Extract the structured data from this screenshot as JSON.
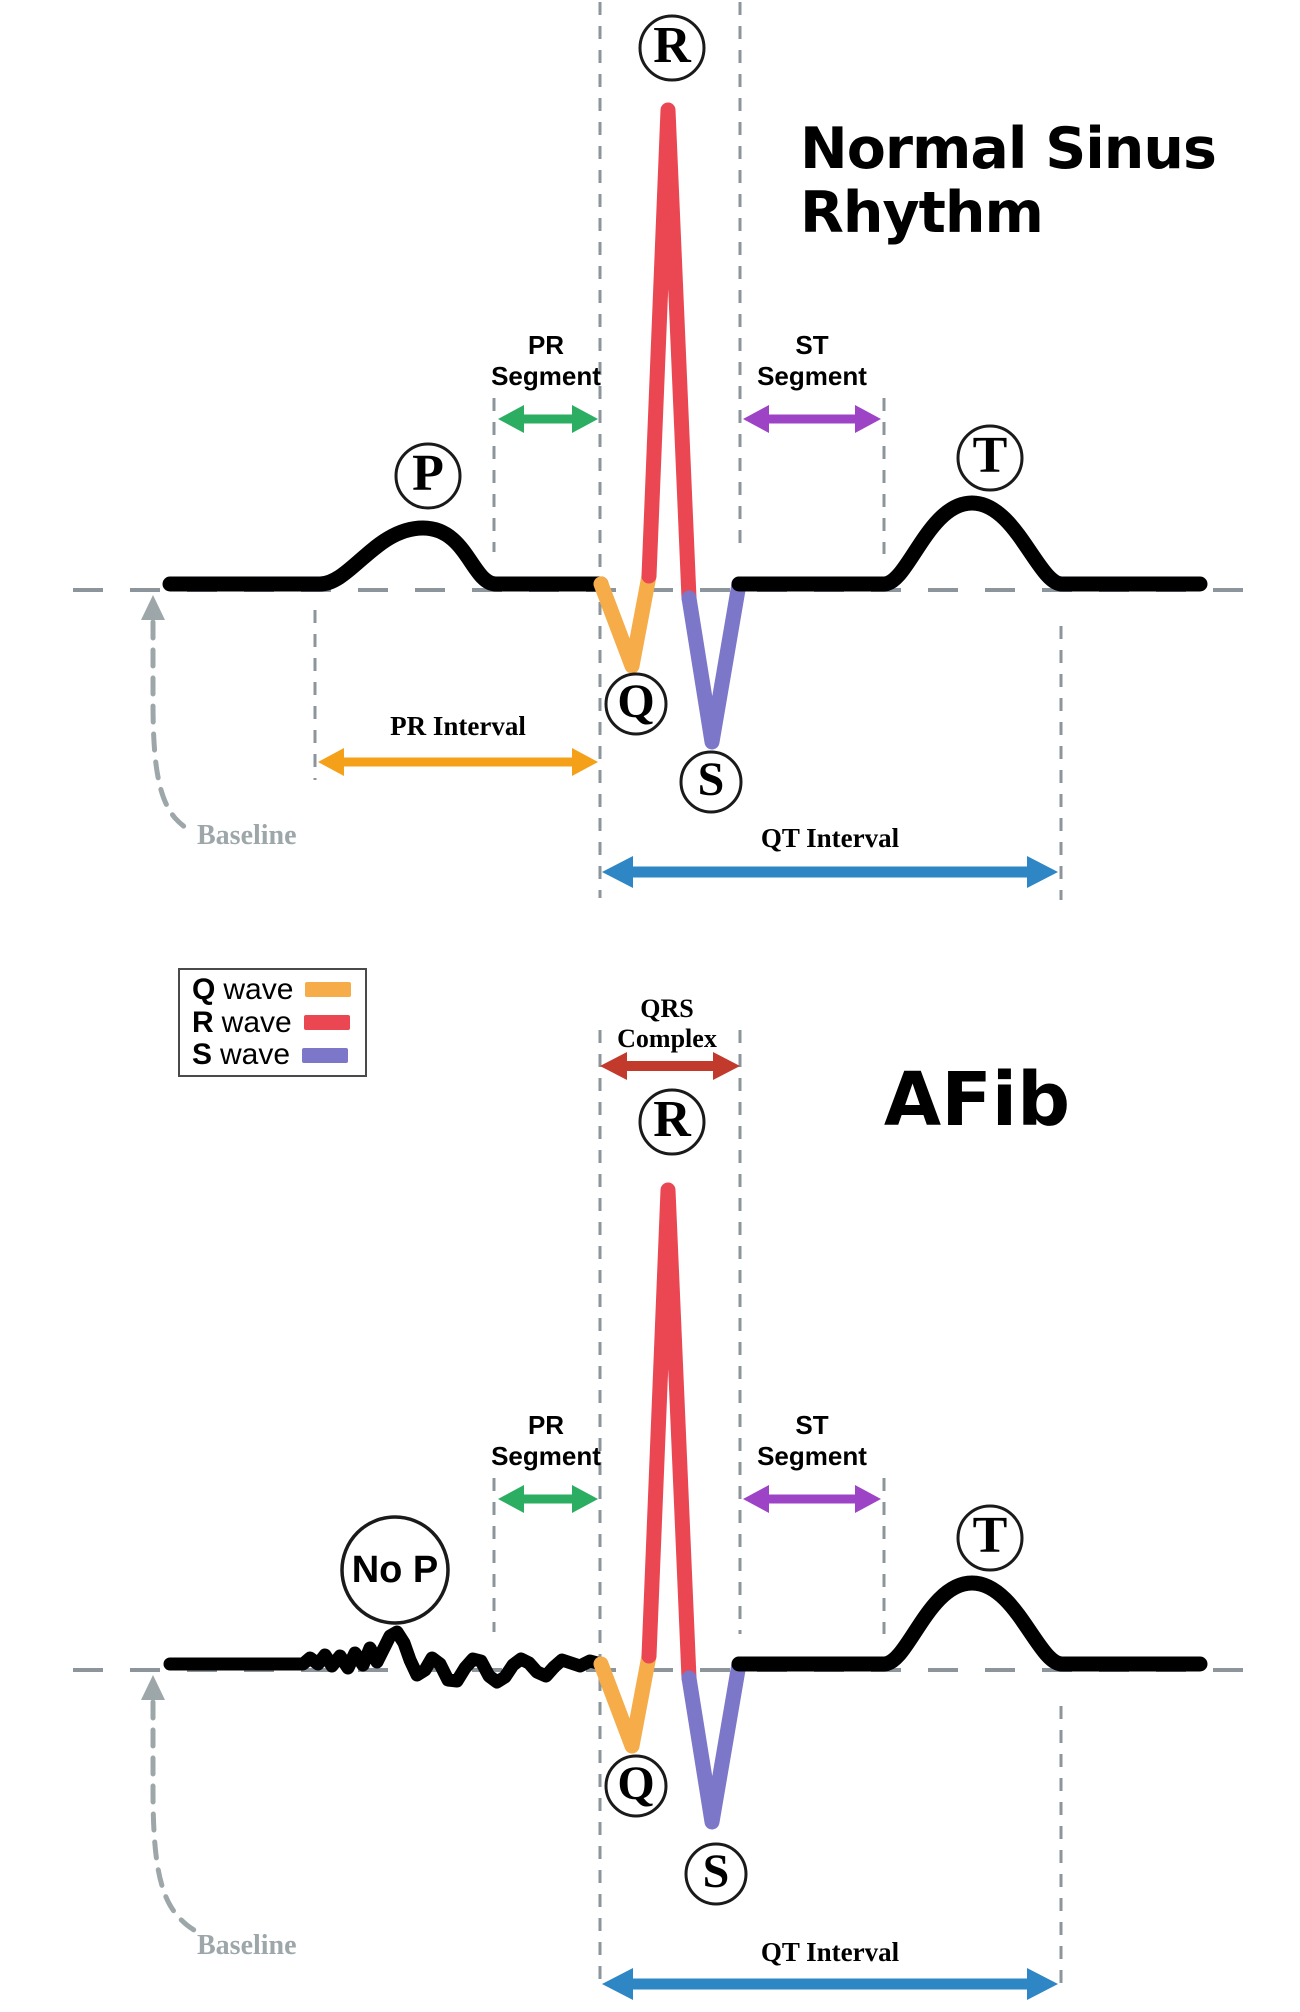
{
  "top_chart": {
    "title": "Normal Sinus Rhythm",
    "wave_labels": {
      "p": "P",
      "r": "R",
      "t": "T",
      "q": "Q",
      "s": "S"
    },
    "pr_segment": "PR Segment",
    "st_segment": "ST Segment",
    "pr_interval": "PR Interval",
    "qt_interval": "QT Interval",
    "baseline_label": "Baseline"
  },
  "legend": {
    "items": [
      {
        "letter": "Q",
        "word": "wave",
        "color": "#F5AC49"
      },
      {
        "letter": "R",
        "word": "wave",
        "color": "#EA4753"
      },
      {
        "letter": "S",
        "word": "wave",
        "color": "#7C77C9"
      }
    ]
  },
  "bottom_chart": {
    "title": "AFib",
    "no_p_label": "No P",
    "wave_labels": {
      "r": "R",
      "t": "T",
      "q": "Q",
      "s": "S"
    },
    "qrs_complex": "QRS Complex",
    "pr_segment": "PR Segment",
    "st_segment": "ST Segment",
    "qt_interval": "QT Interval",
    "baseline_label": "Baseline"
  },
  "colors": {
    "trace": "#000000",
    "q_wave": "#F5AC49",
    "r_wave": "#EA4753",
    "s_wave": "#7C77C9",
    "pr_segment_arrow": "#2BAD62",
    "st_segment_arrow": "#9C43C6",
    "pr_interval_arrow": "#F5A019",
    "qt_interval_arrow": "#2E86C4",
    "qrs_complex_arrow": "#C13A2C",
    "guide_dash": "#8B959B",
    "baseline_gray": "#9DA7A9"
  }
}
